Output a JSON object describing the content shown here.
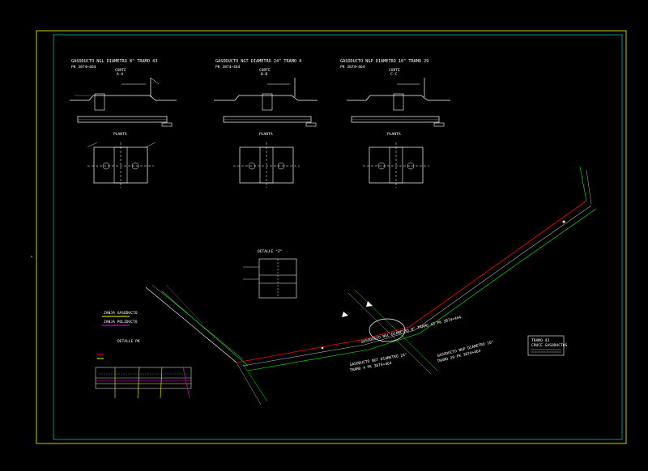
{
  "sections": [
    {
      "title": "GASODUCTO NGL DIAMETRO 8\" TRAMO 43",
      "pk": "PK 3874+464",
      "corte": "CORTE",
      "corte_sub": "A-A",
      "planta": "PLANTA"
    },
    {
      "title": "GASODUCTO NGT DIAMETRO 24\" TRAMO 4",
      "pk": "PK 3874+464",
      "corte": "CORTE",
      "corte_sub": "B-B",
      "planta": "PLANTA"
    },
    {
      "title": "GASODUCTO NGP DIAMETRO 10\" TRAMO 29",
      "pk": "PK 3874+464",
      "corte": "CORTE",
      "corte_sub": "C-C",
      "planta": "PLANTA"
    }
  ],
  "detail": {
    "title": "DETALLE \"Z\""
  },
  "legend": {
    "items": [
      {
        "label": "ZANJA GASODUCTO",
        "color": "#ffff00"
      },
      {
        "label": "ZANJA POLIDUCTO",
        "color": "#ff00ff"
      }
    ],
    "detalle_pk": "DETALLE PK"
  },
  "annotations": {
    "main": "GASODUCTO NGL DIAMETRO 8\" TRAMO 43 PK 3874+464",
    "a1": "GASODUCTO NGT DIAMETRO 24\"",
    "a1b": "TRAMO 4 PK 3874+464",
    "a2": "GASODUCTO NGP DIAMETRO 10\"",
    "a2b": "TRAMO 29 PK 3874+464"
  },
  "title_block": {
    "line1": "TRAMO 43",
    "line2": "CRUCE GASODUCTOS"
  },
  "colors": {
    "frame": "#c8c800",
    "inner_frame": "#00c8c8",
    "route_red": "#ff0000",
    "route_green": "#00ff00",
    "route_grey": "#b0b0b0"
  }
}
